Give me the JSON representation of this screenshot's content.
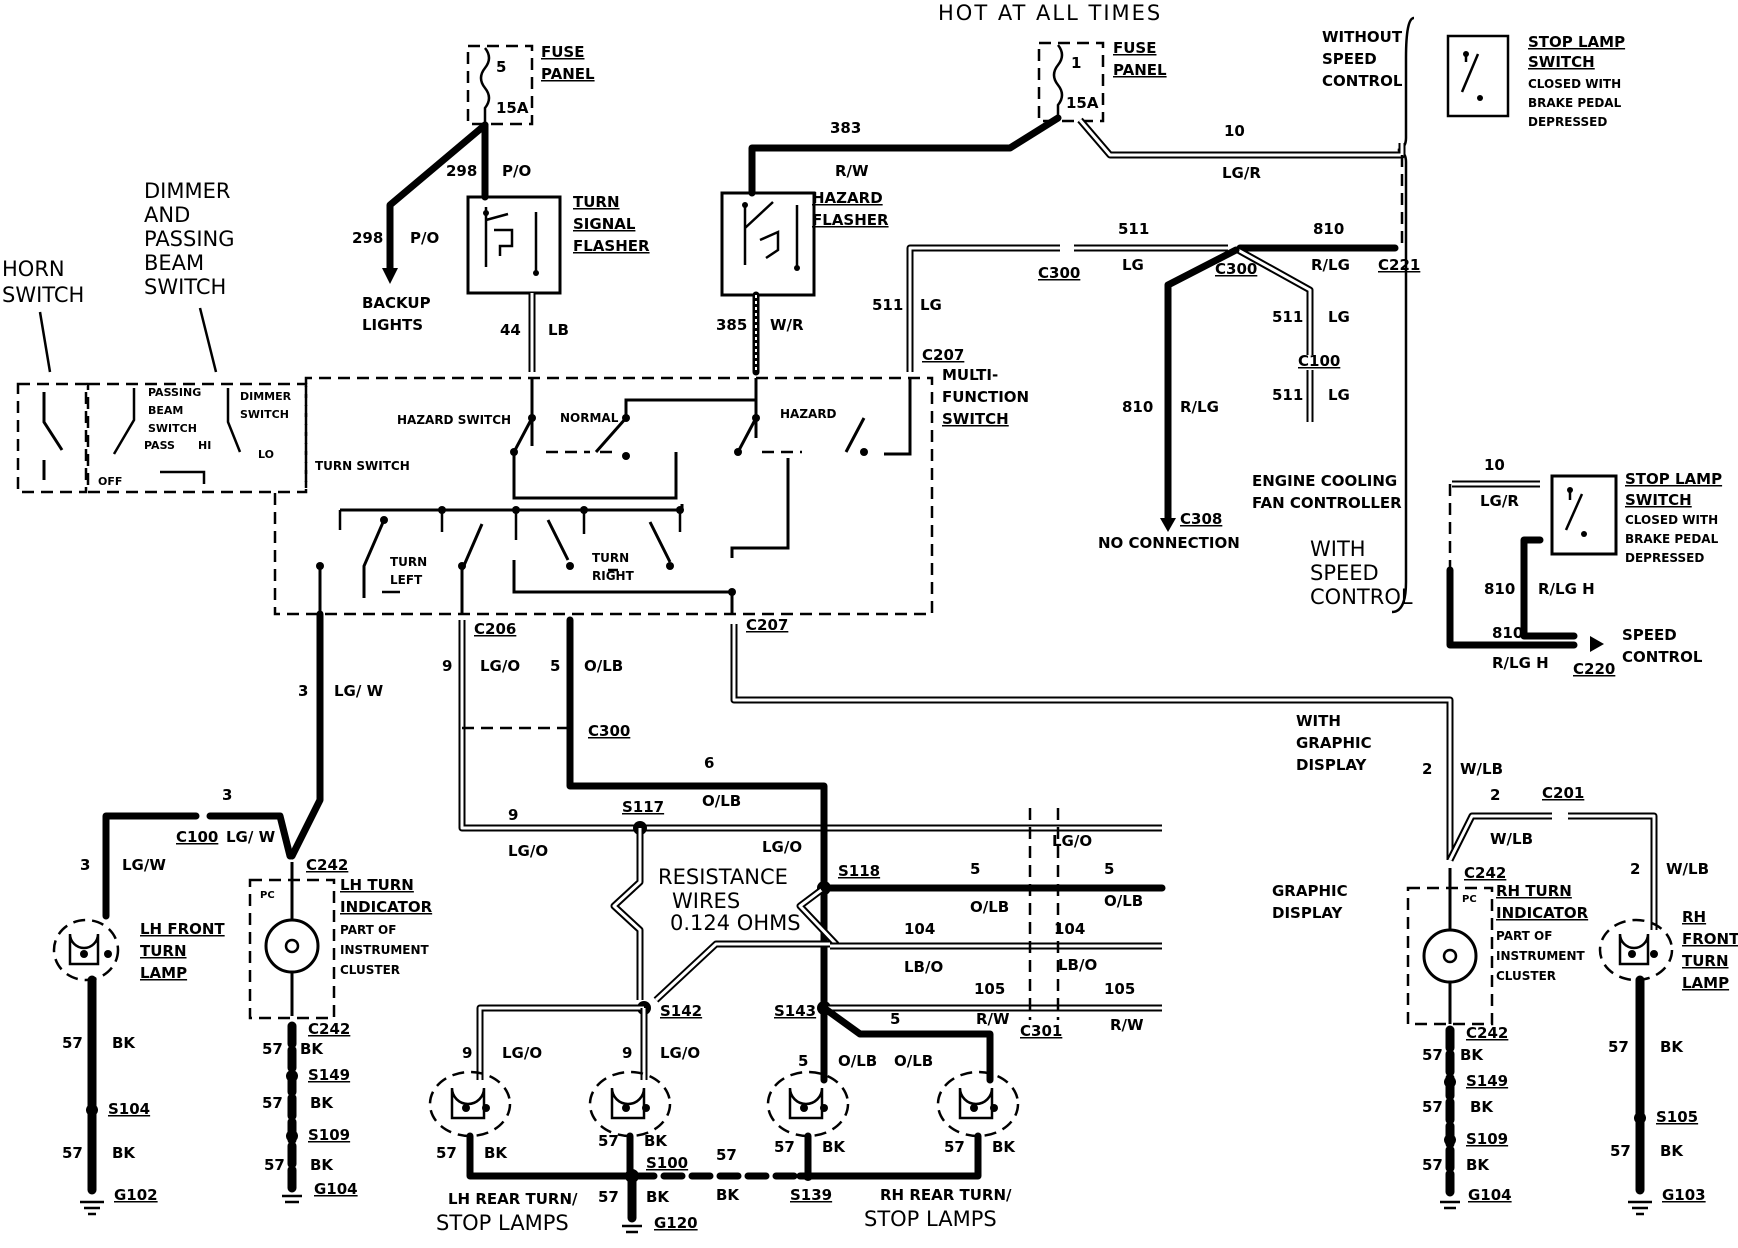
{
  "header": {
    "hot_at_all_times": "HOT AT ALL TIMES",
    "without_speed_control": [
      "WITHOUT",
      "SPEED",
      "CONTROL"
    ],
    "with_speed_control": [
      "WITH",
      "SPEED",
      "CONTROL"
    ],
    "with_graphic_display": [
      "WITH",
      "GRAPHIC",
      "DISPLAY"
    ],
    "graphic_display": [
      "GRAPHIC",
      "DISPLAY"
    ]
  },
  "components": {
    "horn_switch": [
      "HORN",
      "SWITCH"
    ],
    "dimmer_switch": [
      "DIMMER",
      "AND",
      "PASSING",
      "BEAM",
      "SWITCH"
    ],
    "fuse_panel_left": {
      "label": [
        "FUSE",
        "PANEL"
      ],
      "num": "5",
      "amp": "15A"
    },
    "fuse_panel_right": {
      "label": [
        "FUSE",
        "PANEL"
      ],
      "num": "1",
      "amp": "15A"
    },
    "turn_signal_flasher": [
      "TURN",
      "SIGNAL",
      "FLASHER"
    ],
    "hazard_flasher": [
      "HAZARD",
      "FLASHER"
    ],
    "backup_lights": [
      "BACKUP",
      "LIGHTS"
    ],
    "multi_function_switch": [
      "MULTI-",
      "FUNCTION",
      "SWITCH"
    ],
    "stop_lamp_switch_top": [
      "STOP LAMP",
      "SWITCH",
      "CLOSED WITH",
      "BRAKE PEDAL",
      "DEPRESSED"
    ],
    "stop_lamp_switch_mid": [
      "STOP LAMP",
      "SWITCH",
      "CLOSED WITH",
      "BRAKE PEDAL",
      "DEPRESSED"
    ],
    "engine_cooling": [
      "ENGINE COOLING",
      "FAN CONTROLLER"
    ],
    "no_connection": "NO CONNECTION",
    "speed_control": [
      "SPEED",
      "CONTROL"
    ],
    "lh_turn_indicator": [
      "LH TURN",
      "INDICATOR",
      "PART OF",
      "INSTRUMENT",
      "CLUSTER"
    ],
    "rh_turn_indicator": [
      "RH TURN",
      "INDICATOR",
      "PART OF",
      "INSTRUMENT",
      "CLUSTER"
    ],
    "lh_front_turn_lamp": [
      "LH FRONT",
      "TURN",
      "LAMP"
    ],
    "rh_front_turn_lamp": [
      "RH",
      "FRONT",
      "TURN",
      "LAMP"
    ],
    "lh_rear": [
      "LH REAR TURN/",
      "STOP LAMPS"
    ],
    "rh_rear": [
      "RH REAR TURN/",
      "STOP LAMPS"
    ],
    "resistance": [
      "RESISTANCE",
      "WIRES",
      "0.124 OHMS"
    ]
  },
  "switch_labels": {
    "hazard_switch": "HAZARD SWITCH",
    "normal": "NORMAL",
    "hazard": "HAZARD",
    "turn_switch": "TURN SWITCH",
    "turn_left": [
      "TURN",
      "LEFT"
    ],
    "turn_right": [
      "TURN",
      "RIGHT"
    ],
    "passing_beam": [
      "PASSING",
      "BEAM",
      "SWITCH"
    ],
    "dimmer": [
      "DIMMER",
      "SWITCH"
    ],
    "pass": "PASS",
    "hi": "HI",
    "lo": "LO",
    "off": "OFF",
    "pc": "PC"
  },
  "wires": [
    {
      "circuit": "298",
      "color": "P/O"
    },
    {
      "circuit": "298",
      "color": "P/O"
    },
    {
      "circuit": "383",
      "color": "R/W"
    },
    {
      "circuit": "10",
      "color": "LG/R"
    },
    {
      "circuit": "10",
      "color": "LG/R"
    },
    {
      "circuit": "44",
      "color": "LB"
    },
    {
      "circuit": "385",
      "color": "W/R"
    },
    {
      "circuit": "511",
      "color": "LG"
    },
    {
      "circuit": "511",
      "color": "LG"
    },
    {
      "circuit": "511",
      "color": "LG"
    },
    {
      "circuit": "511",
      "color": "LG"
    },
    {
      "circuit": "810",
      "color": "R/LG"
    },
    {
      "circuit": "810",
      "color": "R/LG"
    },
    {
      "circuit": "810",
      "color": "R/LG H"
    },
    {
      "circuit": "810",
      "color": "R/LG H"
    },
    {
      "circuit": "3",
      "color": "LG/ W"
    },
    {
      "circuit": "3",
      "color": "LG/ W"
    },
    {
      "circuit": "3",
      "color": "LG/W"
    },
    {
      "circuit": "9",
      "color": "LG/O"
    },
    {
      "circuit": "9",
      "color": "LG/O"
    },
    {
      "circuit": "9",
      "color": "LG/O"
    },
    {
      "circuit": "9",
      "color": "LG/O"
    },
    {
      "circuit": "9",
      "color": "LG/O"
    },
    {
      "circuit": "5",
      "color": "O/LB"
    },
    {
      "circuit": "6",
      "color": "O/LB"
    },
    {
      "circuit": "5",
      "color": "O/LB"
    },
    {
      "circuit": "5",
      "color": "O/LB"
    },
    {
      "circuit": "5",
      "color": "O/LB"
    },
    {
      "circuit": "5",
      "color": "O/LB"
    },
    {
      "circuit": "104",
      "color": "LB/O"
    },
    {
      "circuit": "104",
      "color": "LB/O"
    },
    {
      "circuit": "105",
      "color": "R/W"
    },
    {
      "circuit": "105",
      "color": "R/W"
    },
    {
      "circuit": "5",
      "color": "R/W"
    },
    {
      "circuit": "2",
      "color": "W/LB"
    },
    {
      "circuit": "2",
      "color": "W/LB"
    },
    {
      "circuit": "2",
      "color": "W/LB"
    },
    {
      "circuit": "57",
      "color": "BK"
    }
  ],
  "connectors": [
    "C300",
    "C300",
    "C221",
    "C100",
    "C207",
    "C207",
    "C206",
    "C300",
    "C308",
    "C220",
    "C100",
    "C242",
    "C242",
    "C242",
    "C242",
    "C201",
    "C301"
  ],
  "splices": [
    "S117",
    "S118",
    "S142",
    "S143",
    "S104",
    "S149",
    "S109",
    "S149",
    "S109",
    "S105",
    "S100",
    "S139"
  ],
  "grounds": [
    "G102",
    "G104",
    "G120",
    "G104",
    "G103"
  ]
}
